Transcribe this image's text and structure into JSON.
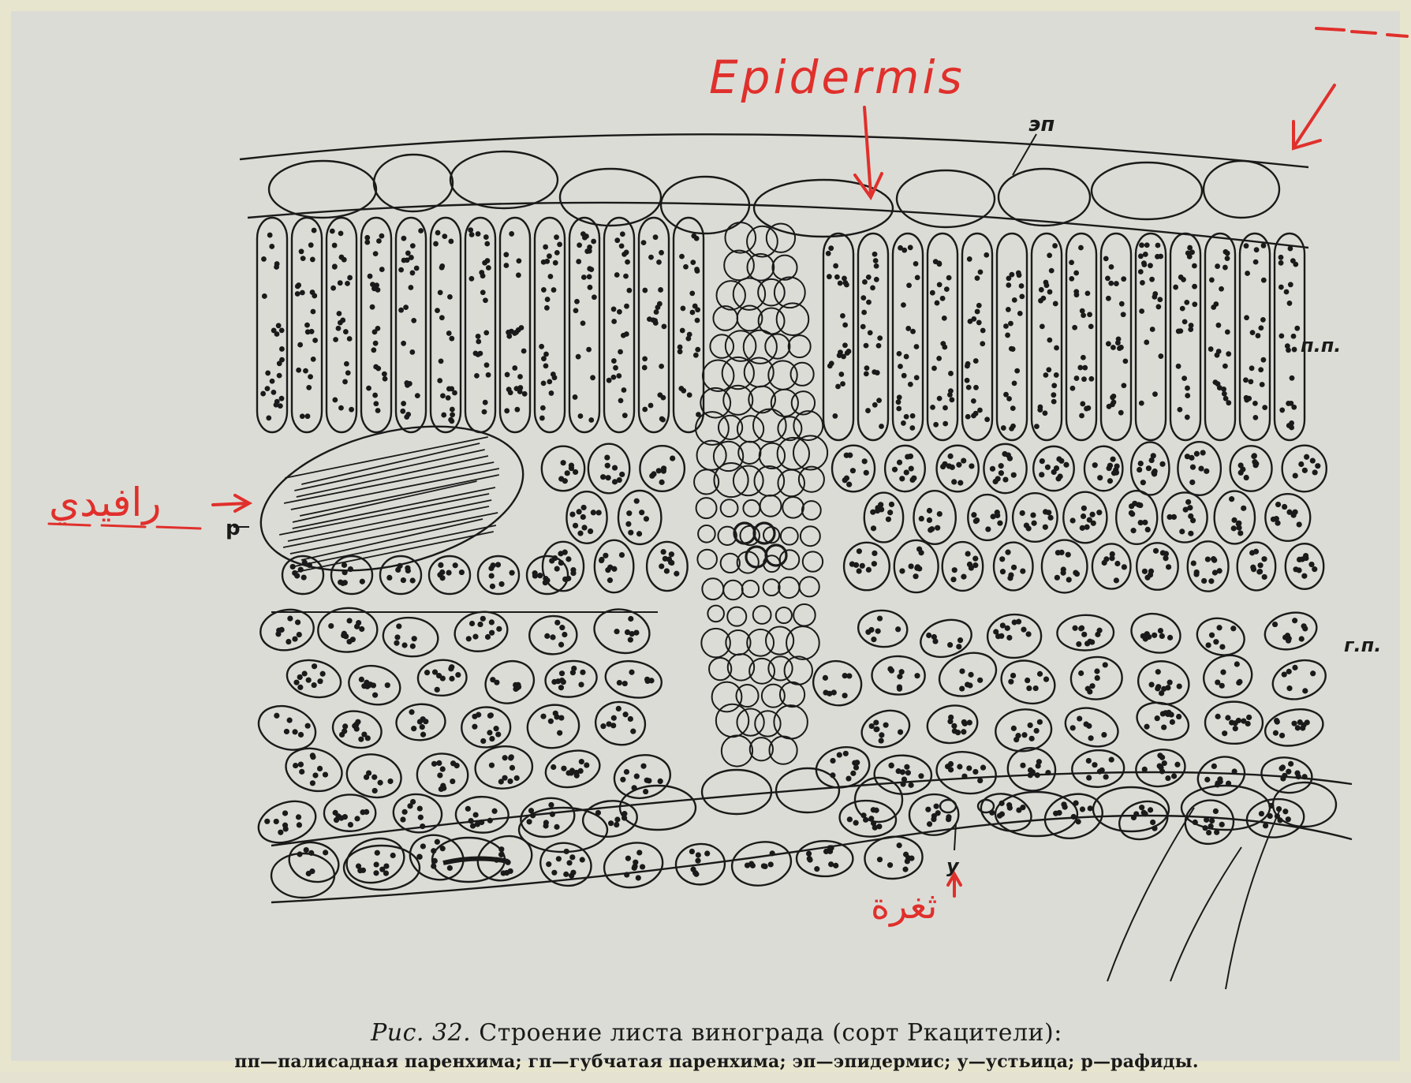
{
  "annotations": {
    "epidermis": "Epidermis",
    "raphide_ar": "رافيدي",
    "stoma_ar": "ثغرة"
  },
  "labels": {
    "ep": "эп",
    "pp": "п.п.",
    "gp": "г.п.",
    "r": "р",
    "u": "у"
  },
  "caption": {
    "fig_num": "Рис. 32.",
    "title": "Строение листа винограда (сорт Ркацители):",
    "legend": "пп—палисадная паренхима; гп—губчатая паренхима; эп—эпидермис; у—устьица; р—рафиды."
  },
  "colors": {
    "ink": "#1a1a1a",
    "annotation": "#e0302c",
    "paper": "#dcdcd6",
    "border": "#e8e5cf"
  }
}
